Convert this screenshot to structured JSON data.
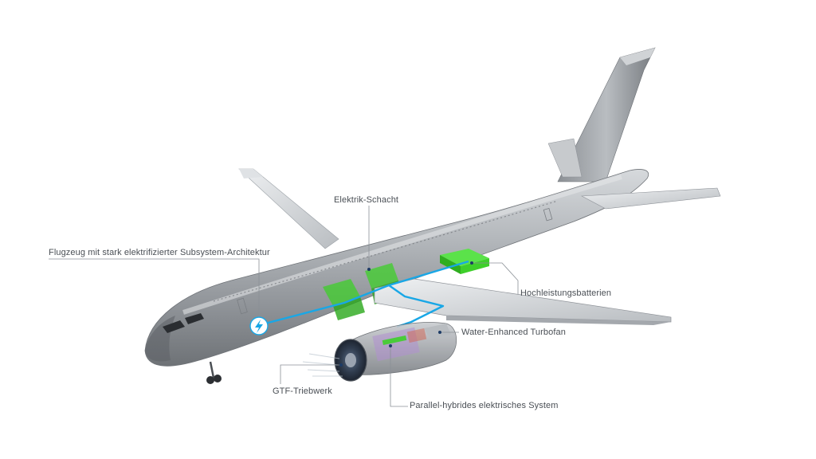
{
  "labels": {
    "architecture": "Flugzeug mit stark elektrifizierter Subsystem-Architektur",
    "electric_shaft": "Elektrik-Schacht",
    "batteries": "Hochleistungsbatterien",
    "water_turbofan": "Water-Enhanced Turbofan",
    "gtf_engine": "GTF-Triebwerk",
    "hybrid_system": "Parallel-hybrides elektrisches System"
  },
  "colors": {
    "background": "#ffffff",
    "fuselage": "#a9adb1",
    "leader_line": "#8a9096",
    "power_line": "#19a7e6",
    "battery_green": "#3ecf2a",
    "label_text": "#4a4f55"
  },
  "icons": {
    "bolt_badge": "lightning-bolt-icon"
  }
}
